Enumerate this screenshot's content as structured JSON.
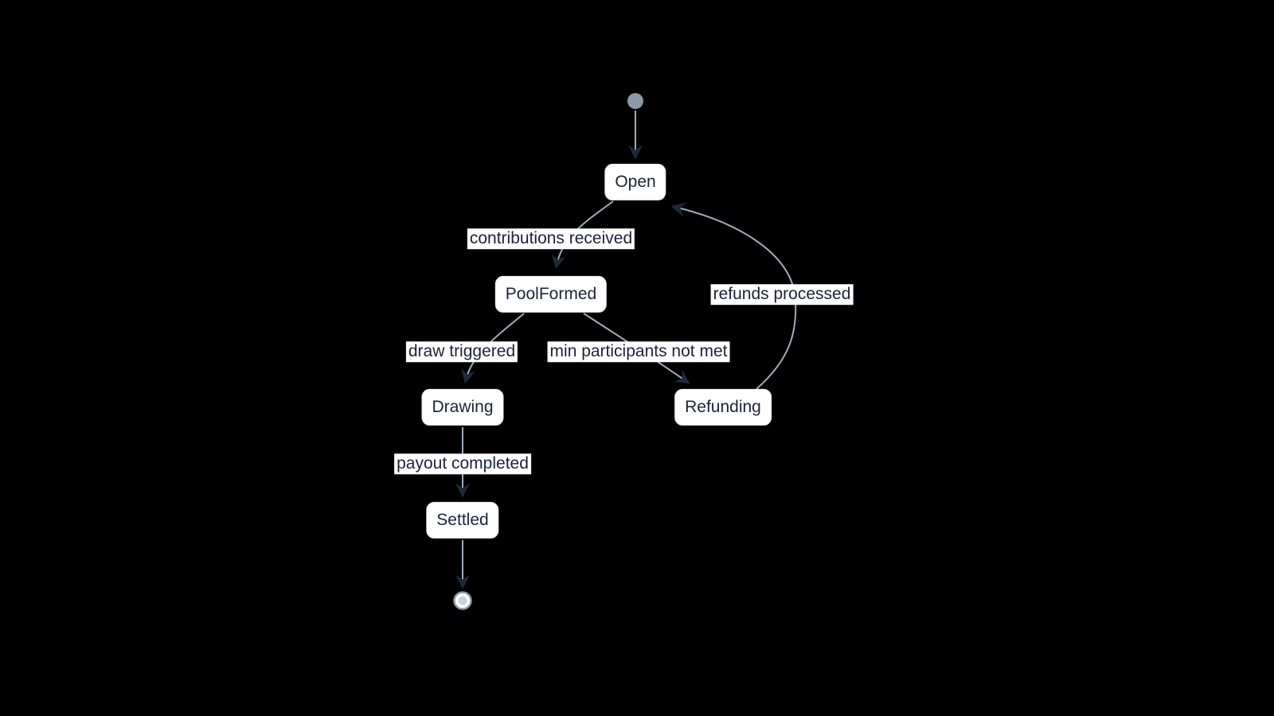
{
  "diagram": {
    "type": "state-diagram",
    "background": "#000000",
    "colors": {
      "edge_line": "#9fabbe",
      "arrowhead": "#1e293b",
      "node_fill": "#ffffff",
      "node_border": "#e7ebf2",
      "node_text": "#192338",
      "label_bg": "#ffffff",
      "label_text": "#192338",
      "start_state_fill": "#8d99aa",
      "final_state_ring": "#8d99aa",
      "final_state_dot": "#c9d3df"
    },
    "states": [
      {
        "id": "Open",
        "label": "Open"
      },
      {
        "id": "PoolFormed",
        "label": "PoolFormed"
      },
      {
        "id": "Drawing",
        "label": "Drawing"
      },
      {
        "id": "Refunding",
        "label": "Refunding"
      },
      {
        "id": "Settled",
        "label": "Settled"
      }
    ],
    "transitions": [
      {
        "from": "[*]",
        "to": "Open",
        "label": ""
      },
      {
        "from": "Open",
        "to": "PoolFormed",
        "label": "contributions received"
      },
      {
        "from": "PoolFormed",
        "to": "Drawing",
        "label": "draw triggered"
      },
      {
        "from": "PoolFormed",
        "to": "Refunding",
        "label": "min participants not met"
      },
      {
        "from": "Refunding",
        "to": "Open",
        "label": "refunds processed"
      },
      {
        "from": "Drawing",
        "to": "Settled",
        "label": "payout completed"
      },
      {
        "from": "Settled",
        "to": "[*]",
        "label": ""
      }
    ]
  }
}
